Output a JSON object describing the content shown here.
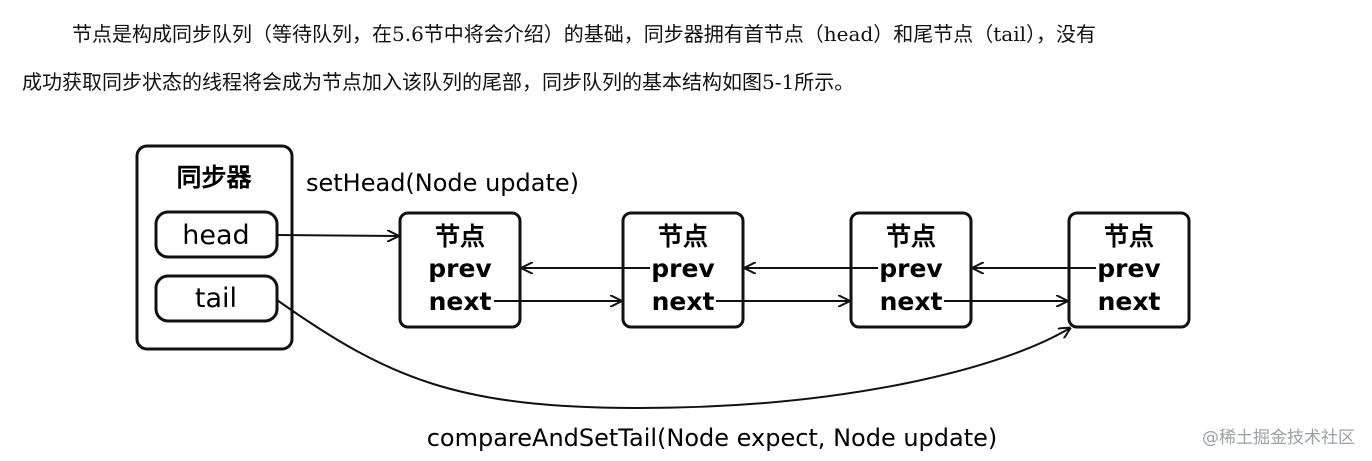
{
  "paragraph": {
    "line1": "节点是构成同步队列（等待队列，在5.6节中将会介绍）的基础，同步器拥有首节点（head）和尾节点（tail），没有",
    "line2": "成功获取同步状态的线程将会成为节点加入该队列的尾部，同步队列的基本结构如图5-1所示。"
  },
  "diagram": {
    "synchronizer": {
      "title": "同步器",
      "head_label": "head",
      "tail_label": "tail"
    },
    "set_head_label": "setHead(Node update)",
    "compare_and_set_tail_label": "compareAndSetTail(Node expect, Node update)",
    "nodes": [
      {
        "title": "节点",
        "prev": "prev",
        "next": "next"
      },
      {
        "title": "节点",
        "prev": "prev",
        "next": "next"
      },
      {
        "title": "节点",
        "prev": "prev",
        "next": "next"
      },
      {
        "title": "节点",
        "prev": "prev",
        "next": "next"
      }
    ]
  },
  "watermark": "@稀土掘金技术社区",
  "colors": {
    "stroke": "#111111",
    "watermark": "#9aa0a6"
  }
}
